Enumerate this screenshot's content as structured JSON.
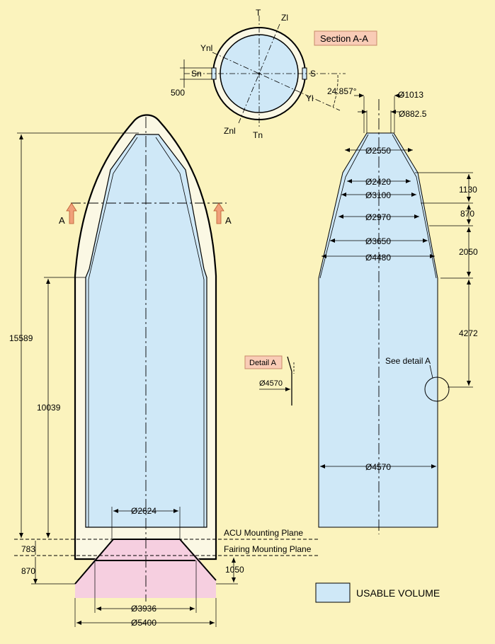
{
  "colors": {
    "background": "#fbf3bd",
    "usable_volume": "#cfe8f7",
    "acu_zone": "#f6cfe0",
    "label_box": "#f9ccb6",
    "arrow": "#f0a07a",
    "line": "#000000"
  },
  "section": {
    "title": "Section A-A",
    "axes": {
      "t": "T",
      "tn": "Tn",
      "s": "S",
      "sn": "Sn",
      "zl": "Zl",
      "znl": "Znl",
      "yl": "Yl",
      "ynl": "Ynl"
    },
    "offset": "500",
    "angle": "24.857°"
  },
  "cut_marker": "A",
  "detail": {
    "title": "Detail A",
    "diameter": "Ø4570",
    "callout": "See detail A"
  },
  "left_view": {
    "total_height": "15589",
    "cylinder_height": "10039",
    "acu_offset": "783",
    "fairing_offset": "870",
    "cone_height": "1050",
    "top_diameter": "Ø2624",
    "base_diameter": "Ø3936",
    "outer_diameter": "Ø5400",
    "acu_plane": "ACU Mounting Plane",
    "fairing_plane": "Fairing Mounting Plane"
  },
  "right_view": {
    "diameters": [
      "Ø1013",
      "Ø882.5",
      "Ø2550",
      "Ø2420",
      "Ø3100",
      "Ø2970",
      "Ø3650",
      "Ø4480",
      "Ø4570"
    ],
    "heights": [
      "1130",
      "870",
      "2050",
      "4272"
    ]
  },
  "legend": {
    "label": "USABLE VOLUME"
  }
}
